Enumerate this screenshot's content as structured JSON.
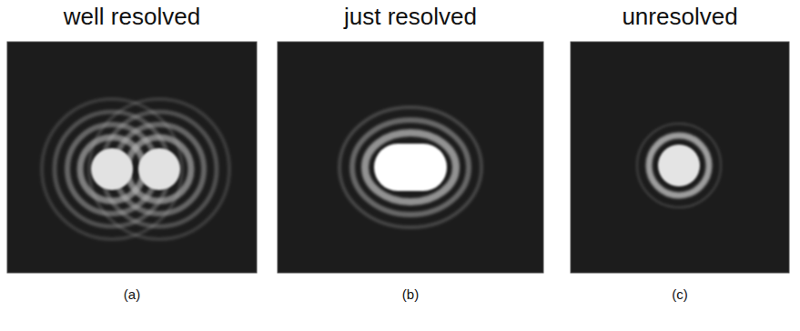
{
  "diagram": {
    "labels": [
      "well resolved",
      "just resolved",
      "unresolved",
      "(a)",
      "(b)",
      "(c)"
    ]
  }
}
